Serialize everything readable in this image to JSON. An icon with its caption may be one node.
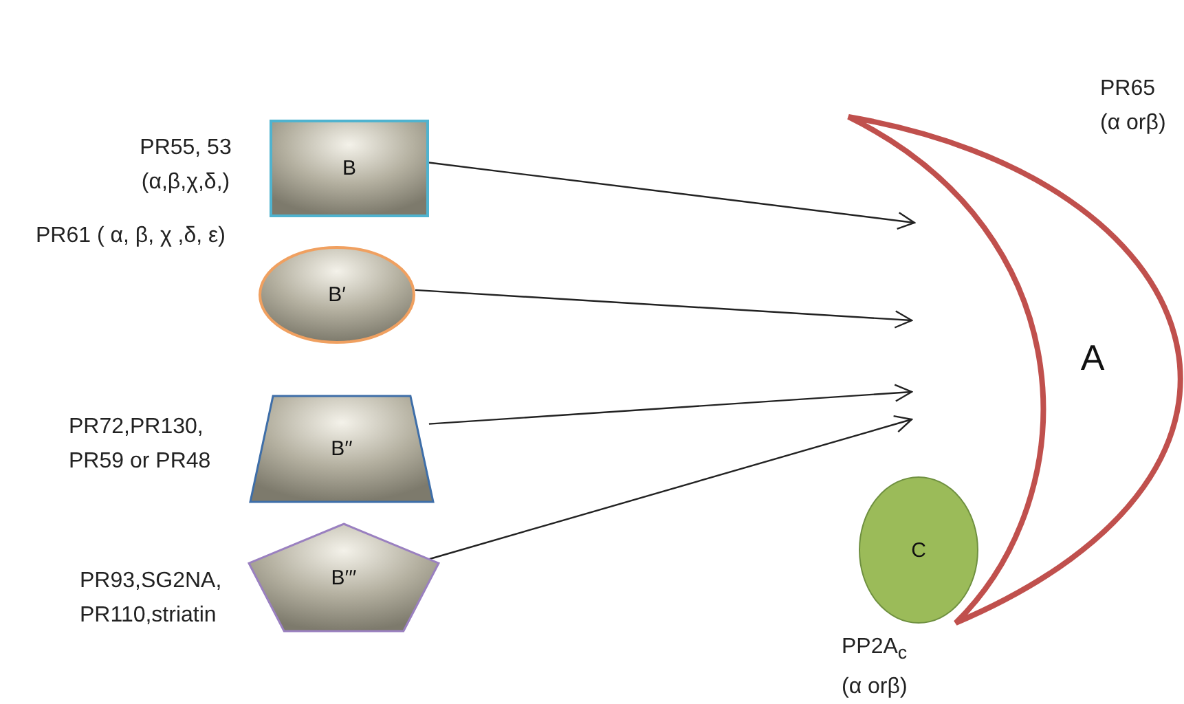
{
  "diagram": {
    "nodes": [
      {
        "text": [
          "B"
        ],
        "beside": [
          "PR55, 53 (α,β,χ,δ,)"
        ]
      },
      {
        "text": [
          "B′"
        ],
        "beside": [
          "PR61 ( α, β, χ ,δ, ε)"
        ]
      },
      {
        "text": [
          "B′′"
        ],
        "beside": [
          "PR72,PR130, PR59 or PR48"
        ]
      },
      {
        "text": [
          "B′′′"
        ],
        "beside": [
          "PR93,SG2NA, PR110,striatin"
        ]
      },
      {
        "text": [
          "A"
        ],
        "beside": [
          "PR65 (α orβ)"
        ]
      },
      {
        "text": [
          "C"
        ],
        "beside": [
          "PP2A$_{c}$ (α orβ)"
        ]
      }
    ],
    "edges": [
      {
        "from": 0,
        "to": null,
        "arrow": "to"
      },
      {
        "from": 1,
        "to": null,
        "arrow": "to"
      },
      {
        "from": 2,
        "to": null,
        "arrow": "to"
      },
      {
        "from": 3,
        "to": null,
        "arrow": "to"
      }
    ]
  }
}
